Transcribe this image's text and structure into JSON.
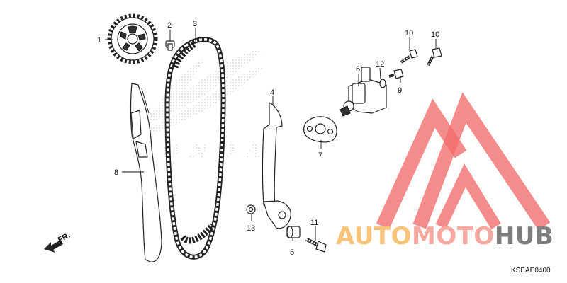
{
  "diagram": {
    "callouts": [
      {
        "id": "p1",
        "label": "1"
      },
      {
        "id": "p2",
        "label": "2"
      },
      {
        "id": "p3",
        "label": "3"
      },
      {
        "id": "p4",
        "label": "4"
      },
      {
        "id": "p5",
        "label": "5"
      },
      {
        "id": "p6",
        "label": "6"
      },
      {
        "id": "p7",
        "label": "7"
      },
      {
        "id": "p8",
        "label": "8"
      },
      {
        "id": "p9",
        "label": "9"
      },
      {
        "id": "p10a",
        "label": "10"
      },
      {
        "id": "p10b",
        "label": "10"
      },
      {
        "id": "p11",
        "label": "11"
      },
      {
        "id": "p12",
        "label": "12"
      },
      {
        "id": "p13",
        "label": "13"
      }
    ],
    "front_arrow_label": "FR.",
    "diagram_code": "KSEAE0400",
    "background_logo_text": "HONDA"
  },
  "watermark": {
    "brand_part1": "AUTO",
    "brand_part2": "MOTO",
    "brand_part3": "HUB",
    "colors": {
      "auto": "#f7c47a",
      "moto": "#f7a8a0",
      "hub": "#7d7d7d",
      "triangle": "#f26b6b"
    }
  }
}
